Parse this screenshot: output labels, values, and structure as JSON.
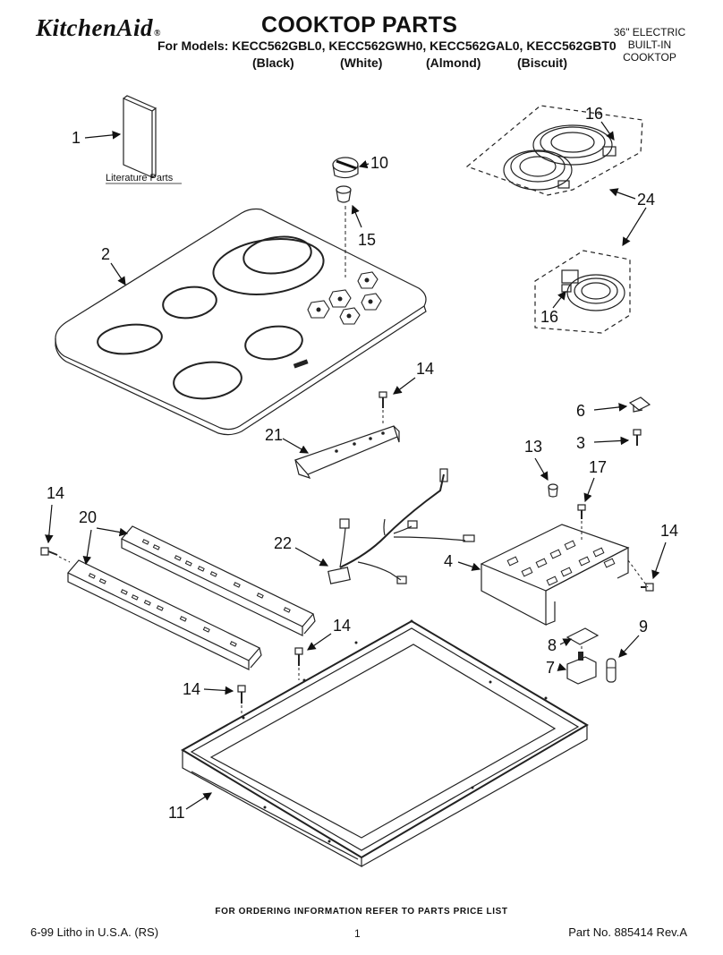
{
  "header": {
    "brand": "KitchenAid",
    "brand_mark": "®",
    "title": "COOKTOP PARTS",
    "models": "For Models: KECC562GBL0, KECC562GWH0, KECC562GAL0, KECC562GBT0",
    "colors": [
      "(Black)",
      "(White)",
      "(Almond)",
      "(Biscuit)"
    ],
    "product_type": [
      "36\" ELECTRIC",
      "BUILT-IN",
      "COOKTOP"
    ]
  },
  "diagram": {
    "literature_label": "Literature Parts",
    "callouts": {
      "c1": "1",
      "c2": "2",
      "c3": "3",
      "c4": "4",
      "c6": "6",
      "c7": "7",
      "c8": "8",
      "c9": "9",
      "c10": "10",
      "c11": "11",
      "c13": "13",
      "c14a": "14",
      "c14b": "14",
      "c14c": "14",
      "c14d": "14",
      "c14e": "14",
      "c15": "15",
      "c16a": "16",
      "c16b": "16",
      "c17": "17",
      "c20": "20",
      "c21": "21",
      "c22": "22",
      "c24": "24"
    }
  },
  "footer": {
    "ordering": "FOR ORDERING INFORMATION REFER TO PARTS PRICE LIST",
    "litho": "6-99 Litho in U.S.A. (RS)",
    "page": "1",
    "part_no": "Part No. 885414 Rev.A"
  }
}
